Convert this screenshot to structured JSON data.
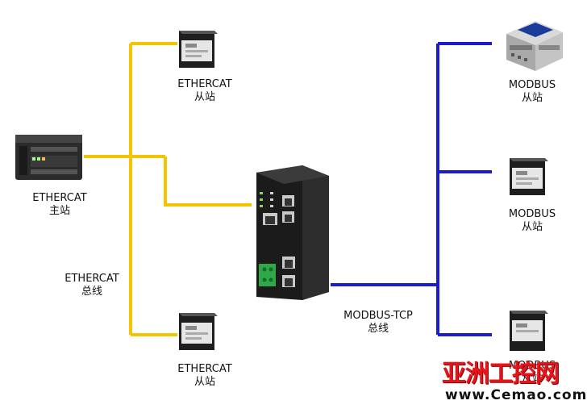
{
  "nodes": {
    "ethercat_master": {
      "line1": "ETHERCAT",
      "line2": "主站"
    },
    "ethercat_slave_top": {
      "line1": "ETHERCAT",
      "line2": "从站"
    },
    "ethercat_slave_bottom": {
      "line1": "ETHERCAT",
      "line2": "从站"
    },
    "modbus_slave_top": {
      "line1": "MODBUS",
      "line2": "从站"
    },
    "modbus_slave_middle": {
      "line1": "MODBUS",
      "line2": "从站"
    },
    "modbus_slave_bottom": {
      "line1": "MODBUS",
      "line2": "从站"
    }
  },
  "buses": {
    "ethercat": {
      "line1": "ETHERCAT",
      "line2": "总线",
      "color": "#f5c400"
    },
    "modbus_tcp": {
      "line1": "MODBUS-TCP",
      "line2": "总线",
      "color": "#1c1ccc"
    }
  },
  "watermark": {
    "title": "亚洲工控网",
    "url": "www.Cemao.com"
  }
}
